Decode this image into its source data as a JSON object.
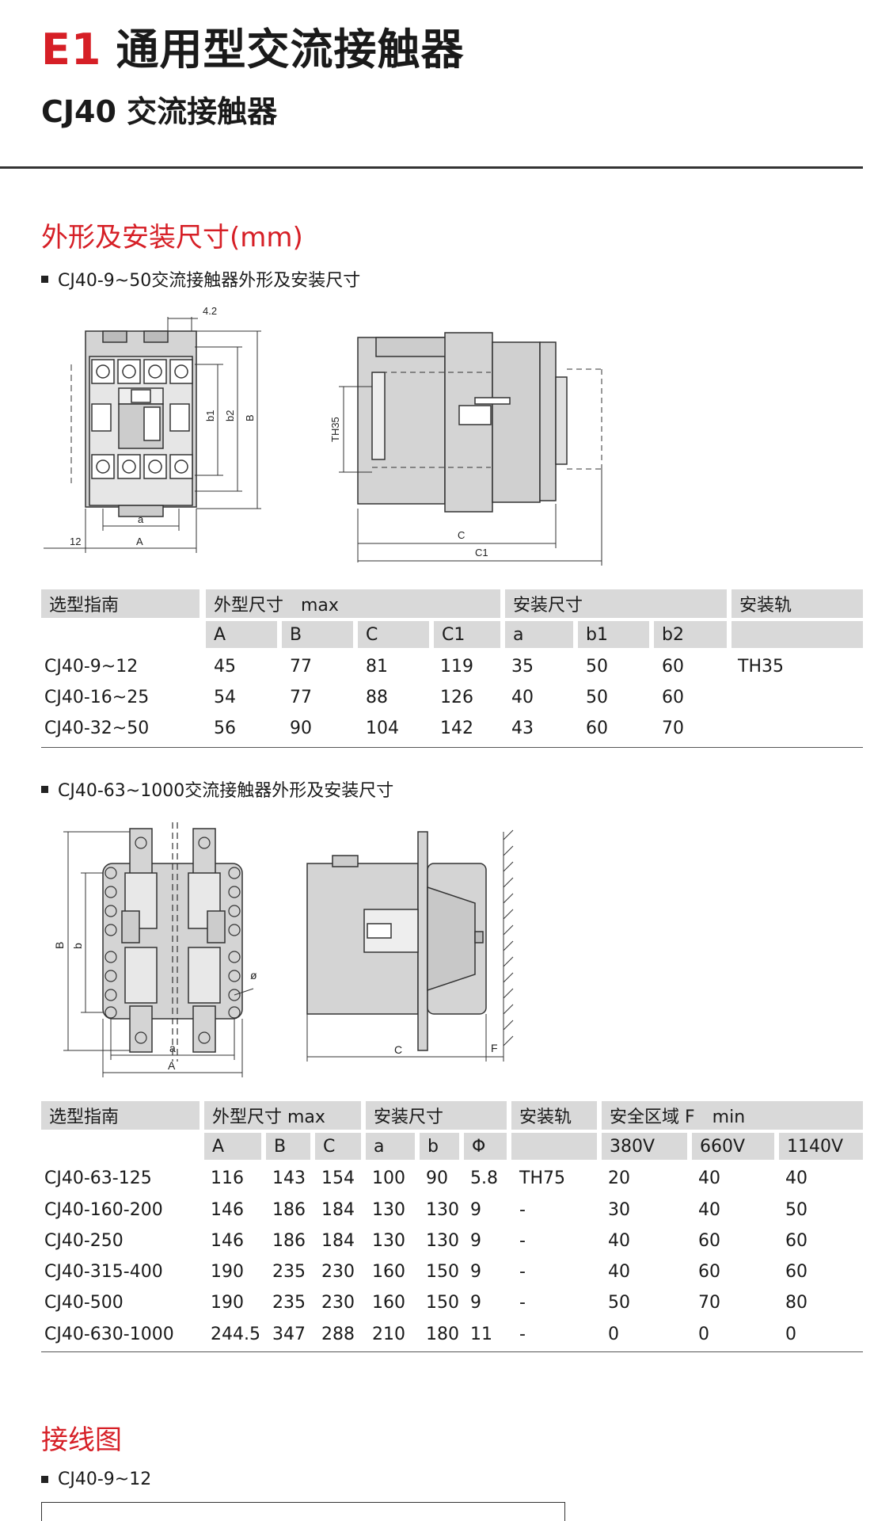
{
  "header": {
    "code": "E1",
    "title": "通用型交流接触器",
    "subtitle": "CJ40 交流接触器"
  },
  "section1": {
    "title": "外形及安装尺寸(mm)"
  },
  "fig1": {
    "caption": "CJ40-9~50交流接触器外形及安装尺寸",
    "dims": {
      "top": "4.2",
      "b1": "b1",
      "b2": "b2",
      "B": "B",
      "th": "TH35",
      "a": "a",
      "A": "A",
      "w12": "12",
      "C": "C",
      "C1": "C1"
    }
  },
  "table1": {
    "group_headers": [
      "选型指南",
      "外型尺寸　max",
      "安装尺寸",
      "安装轨"
    ],
    "col_headers": [
      "A",
      "B",
      "C",
      "C1",
      "a",
      "b1",
      "b2",
      ""
    ],
    "rows": [
      [
        "CJ40-9~12",
        "45",
        "77",
        "81",
        "119",
        "35",
        "50",
        "60",
        "TH35"
      ],
      [
        "CJ40-16~25",
        "54",
        "77",
        "88",
        "126",
        "40",
        "50",
        "60",
        ""
      ],
      [
        "CJ40-32~50",
        "56",
        "90",
        "104",
        "142",
        "43",
        "60",
        "70",
        ""
      ]
    ]
  },
  "fig2": {
    "caption": "CJ40-63~1000交流接触器外形及安装尺寸",
    "dims": {
      "B": "B",
      "b": "b",
      "a": "a",
      "A": "A",
      "phi": "ø",
      "C": "C",
      "F": "F"
    }
  },
  "table2": {
    "group_headers": [
      "选型指南",
      "外型尺寸  max",
      "安装尺寸",
      "安装轨",
      "安全区域 F　min"
    ],
    "col_headers": [
      "A",
      "B",
      "C",
      "a",
      "b",
      "Φ",
      "",
      "380V",
      "660V",
      "1140V"
    ],
    "rows": [
      [
        "CJ40-63-125",
        "116",
        "143",
        "154",
        "100",
        "90",
        "5.8",
        "TH75",
        "20",
        "40",
        "40"
      ],
      [
        "CJ40-160-200",
        "146",
        "186",
        "184",
        "130",
        "130",
        "9",
        "-",
        "30",
        "40",
        "50"
      ],
      [
        "CJ40-250",
        "146",
        "186",
        "184",
        "130",
        "130",
        "9",
        "-",
        "40",
        "60",
        "60"
      ],
      [
        "CJ40-315-400",
        "190",
        "235",
        "230",
        "160",
        "150",
        "9",
        "-",
        "40",
        "60",
        "60"
      ],
      [
        "CJ40-500",
        "190",
        "235",
        "230",
        "160",
        "150",
        "9",
        "-",
        "50",
        "70",
        "80"
      ],
      [
        "CJ40-630-1000",
        "244.5",
        "347",
        "288",
        "210",
        "180",
        "11",
        "-",
        "0",
        "0",
        "0"
      ]
    ]
  },
  "section2": {
    "title": "接线图"
  },
  "fig3": {
    "caption": "CJ40-9~12"
  },
  "colors": {
    "accent": "#d61f26",
    "header_fill": "#d9d9d9",
    "part_fill": "#d4d4d4"
  }
}
